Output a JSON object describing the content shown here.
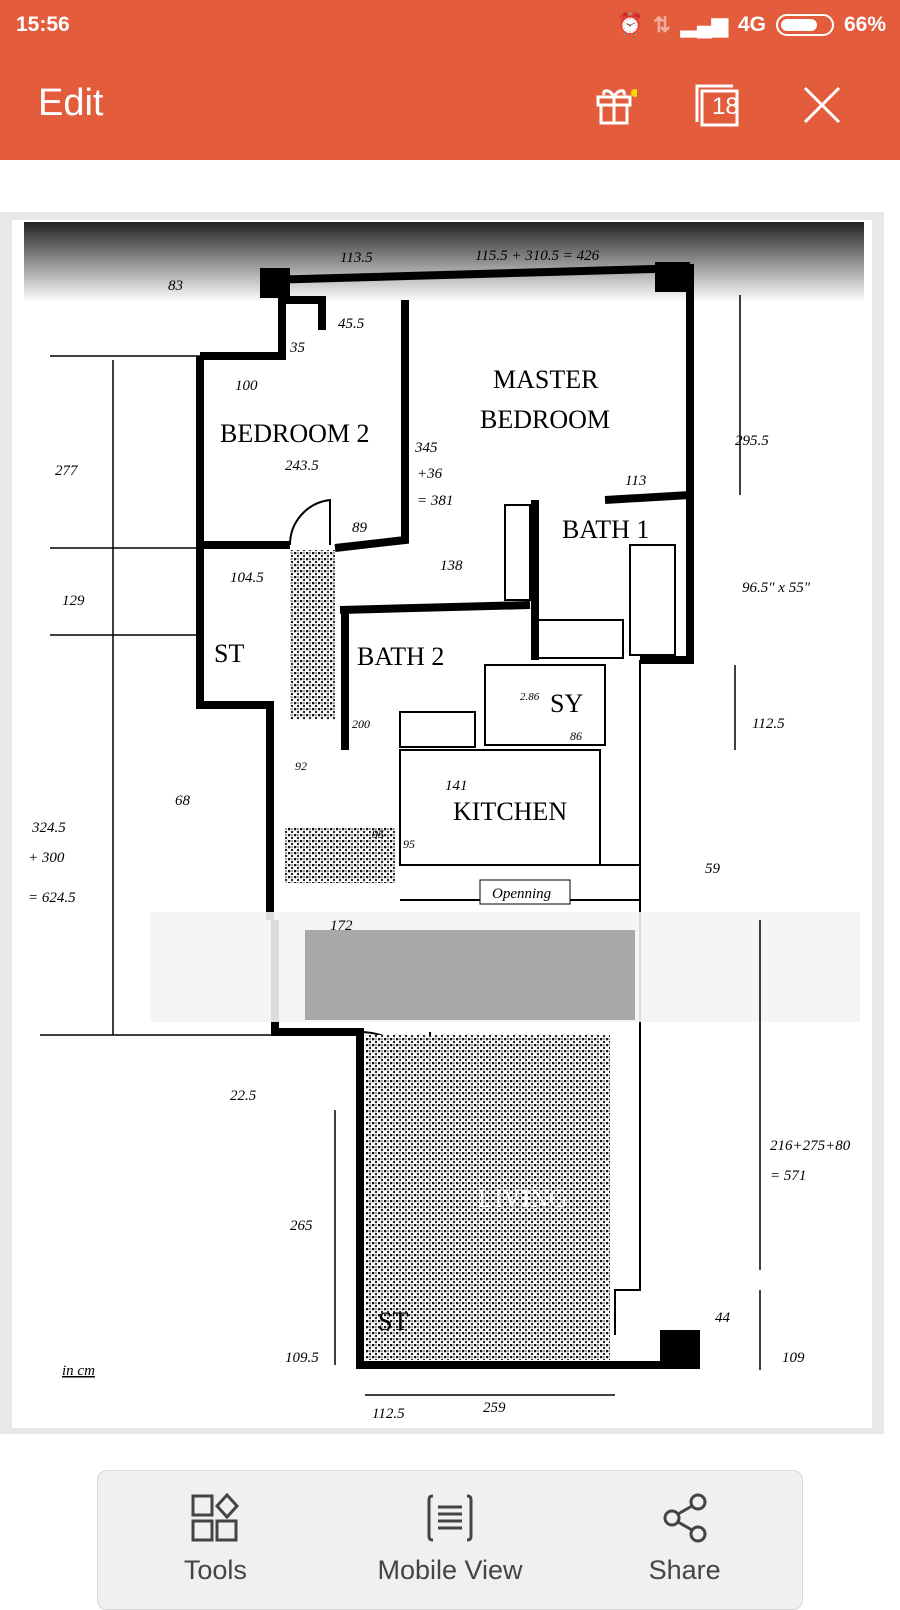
{
  "status_bar": {
    "time": "15:56",
    "network": "4G",
    "battery": "66%",
    "battery_level": 0.66
  },
  "app_bar": {
    "title": "Edit",
    "page_count": "18"
  },
  "colors": {
    "accent": "#e35d3d",
    "notify_dot": "#f5d90a"
  },
  "floor_plan": {
    "rooms": {
      "master": "MASTER",
      "master2": "BEDROOM",
      "bed2": "BEDROOM 2",
      "bath1": "BATH 1",
      "bath2": "BATH 2",
      "st1": "ST",
      "sy": "SY",
      "kitchen": "KITCHEN",
      "living": "LIVING",
      "st2": "ST",
      "opening": "Openning"
    },
    "dims": {
      "d83": "83",
      "d113": "113.5",
      "dtop": "115.5 + 310.5 = 426",
      "d455": "45.5",
      "d35": "35",
      "d100": "100",
      "d2435": "243.5",
      "d277": "277",
      "d345": "345",
      "d36": "+36",
      "d381": "= 381",
      "d2955": "295.5",
      "d113b": "113",
      "d89": "89",
      "d138": "138",
      "d1045": "104.5",
      "d129": "129",
      "dtub": "96.5\" x 55\"",
      "d1125": "112.5",
      "d286": "2.86",
      "d86": "86",
      "d200": "200",
      "d92": "92",
      "d141": "141",
      "d68": "68",
      "d95": "95",
      "d95b": "95",
      "d3245": "324.5",
      "d300": "+ 300",
      "d6245": "= 624.5",
      "d59": "59",
      "d172": "172",
      "d225": "22.5",
      "d571a": "216+275+80",
      "d571b": "= 571",
      "d265": "265",
      "d44": "44",
      "d1095": "109.5",
      "d109": "109",
      "d1125b": "112.5",
      "d259": "259",
      "unit": "in cm"
    }
  },
  "toolbar": {
    "tools": "Tools",
    "mobile_view": "Mobile View",
    "share": "Share"
  }
}
